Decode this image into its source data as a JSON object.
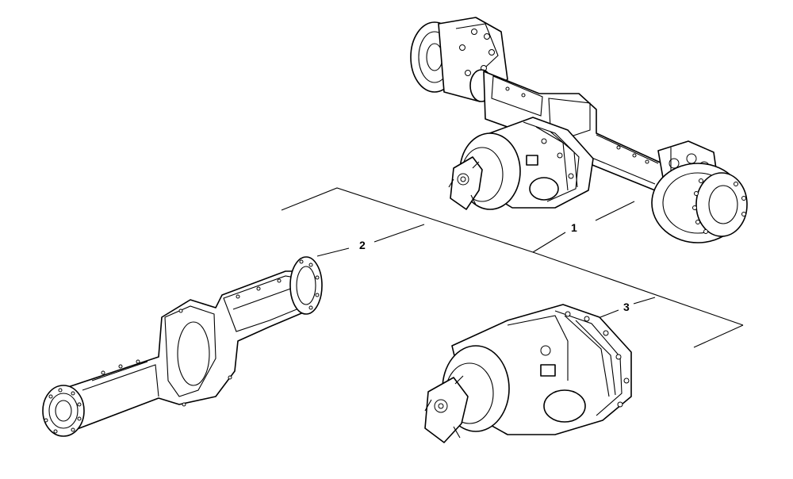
{
  "callouts": {
    "item_1": "1",
    "item_2": "2",
    "item_3": "3"
  }
}
